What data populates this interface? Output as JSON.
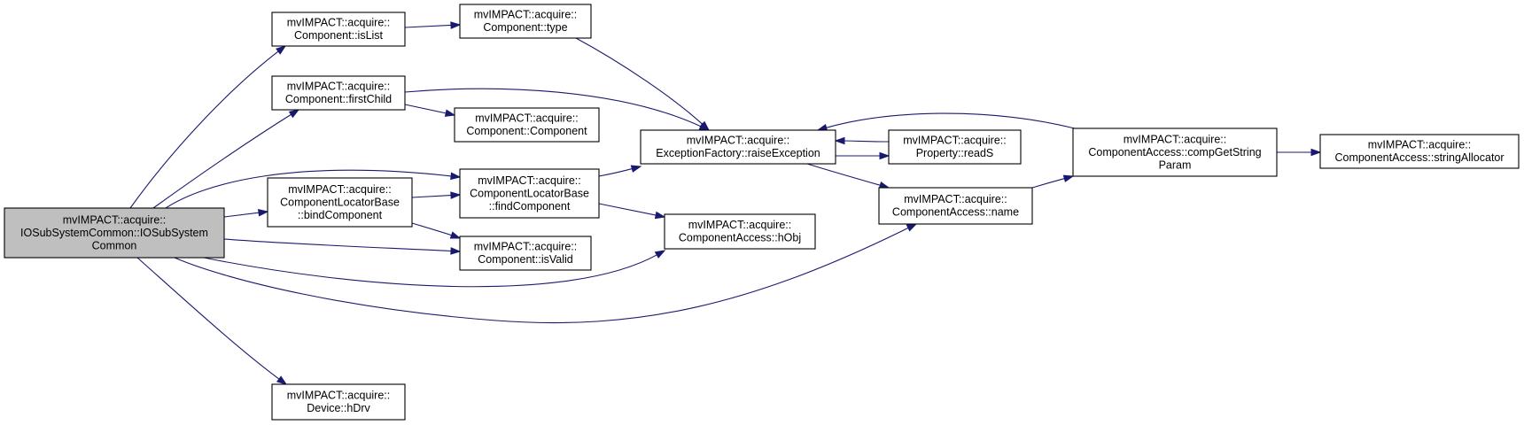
{
  "diagram": {
    "colors": {
      "edge": "#191970",
      "node_fill": "#ffffff",
      "node_highlight": "#bfbfbf",
      "node_border": "#000000"
    },
    "nodes": [
      {
        "id": "n_iosub",
        "lines": [
          "mvIMPACT::acquire::",
          "IOSubSystemCommon::IOSubSystem",
          "Common"
        ],
        "highlight": true
      },
      {
        "id": "n_islist",
        "lines": [
          "mvIMPACT::acquire::",
          "Component::isList"
        ]
      },
      {
        "id": "n_type",
        "lines": [
          "mvIMPACT::acquire::",
          "Component::type"
        ]
      },
      {
        "id": "n_firstchild",
        "lines": [
          "mvIMPACT::acquire::",
          "Component::firstChild"
        ]
      },
      {
        "id": "n_component",
        "lines": [
          "mvIMPACT::acquire::",
          "Component::Component"
        ]
      },
      {
        "id": "n_raise",
        "lines": [
          "mvIMPACT::acquire::",
          "ExceptionFactory::raiseException"
        ]
      },
      {
        "id": "n_reads",
        "lines": [
          "mvIMPACT::acquire::",
          "Property::readS"
        ]
      },
      {
        "id": "n_compgetstring",
        "lines": [
          "mvIMPACT::acquire::",
          "ComponentAccess::compGetString",
          "Param"
        ]
      },
      {
        "id": "n_stringalloc",
        "lines": [
          "mvIMPACT::acquire::",
          "ComponentAccess::stringAllocator"
        ]
      },
      {
        "id": "n_bind",
        "lines": [
          "mvIMPACT::acquire::",
          "ComponentLocatorBase",
          "::bindComponent"
        ]
      },
      {
        "id": "n_find",
        "lines": [
          "mvIMPACT::acquire::",
          "ComponentLocatorBase",
          "::findComponent"
        ]
      },
      {
        "id": "n_name",
        "lines": [
          "mvIMPACT::acquire::",
          "ComponentAccess::name"
        ]
      },
      {
        "id": "n_hobj",
        "lines": [
          "mvIMPACT::acquire::",
          "ComponentAccess::hObj"
        ]
      },
      {
        "id": "n_isvalid",
        "lines": [
          "mvIMPACT::acquire::",
          "Component::isValid"
        ]
      },
      {
        "id": "n_hdrv",
        "lines": [
          "mvIMPACT::acquire::",
          "Device::hDrv"
        ]
      }
    ],
    "edges": [
      {
        "from": "n_iosub",
        "to": "n_islist"
      },
      {
        "from": "n_iosub",
        "to": "n_firstchild"
      },
      {
        "from": "n_iosub",
        "to": "n_find"
      },
      {
        "from": "n_iosub",
        "to": "n_bind"
      },
      {
        "from": "n_iosub",
        "to": "n_isvalid"
      },
      {
        "from": "n_iosub",
        "to": "n_hobj"
      },
      {
        "from": "n_iosub",
        "to": "n_name"
      },
      {
        "from": "n_iosub",
        "to": "n_hdrv"
      },
      {
        "from": "n_islist",
        "to": "n_type"
      },
      {
        "from": "n_type",
        "to": "n_raise"
      },
      {
        "from": "n_firstchild",
        "to": "n_component"
      },
      {
        "from": "n_firstchild",
        "to": "n_raise"
      },
      {
        "from": "n_bind",
        "to": "n_find"
      },
      {
        "from": "n_bind",
        "to": "n_isvalid"
      },
      {
        "from": "n_find",
        "to": "n_raise"
      },
      {
        "from": "n_find",
        "to": "n_hobj"
      },
      {
        "from": "n_raise",
        "to": "n_reads"
      },
      {
        "from": "n_raise",
        "to": "n_name"
      },
      {
        "from": "n_reads",
        "to": "n_raise"
      },
      {
        "from": "n_name",
        "to": "n_compgetstring"
      },
      {
        "from": "n_compgetstring",
        "to": "n_raise"
      },
      {
        "from": "n_compgetstring",
        "to": "n_stringalloc"
      }
    ]
  }
}
